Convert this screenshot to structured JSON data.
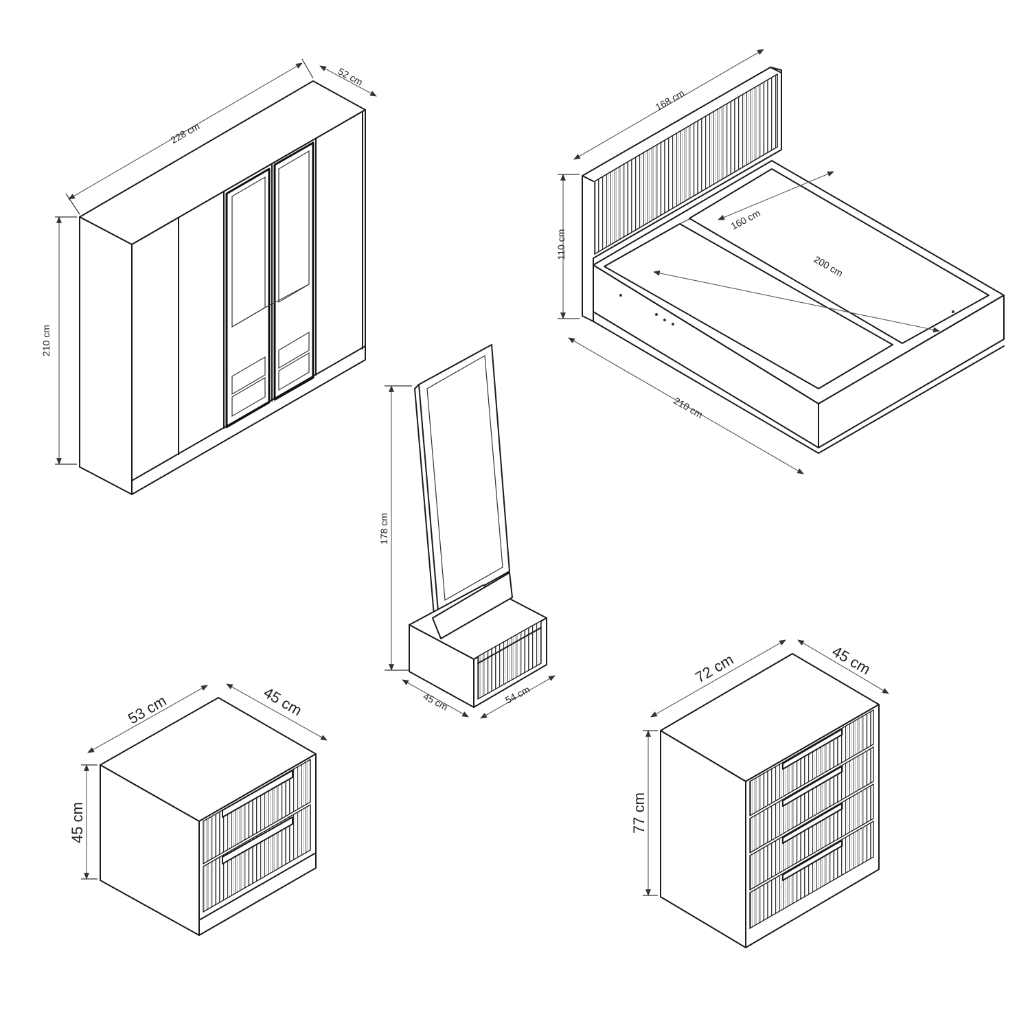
{
  "items": {
    "wardrobe": {
      "width": "228 cm",
      "depth": "52 cm",
      "height": "210 cm"
    },
    "bed": {
      "width": "168 cm",
      "height": "110 cm",
      "inner_width": "160 cm",
      "inner_length": "200 cm",
      "length": "210 cm"
    },
    "mirror": {
      "height": "178 cm",
      "depth": "45 cm",
      "width": "54 cm"
    },
    "nightstand": {
      "width": "53 cm",
      "depth": "45 cm",
      "height": "45 cm"
    },
    "dresser": {
      "width": "72 cm",
      "depth": "45 cm",
      "height": "77 cm"
    }
  },
  "colors": {
    "line": "#1a1a1a",
    "dimension": "#555555",
    "background": "#ffffff"
  }
}
